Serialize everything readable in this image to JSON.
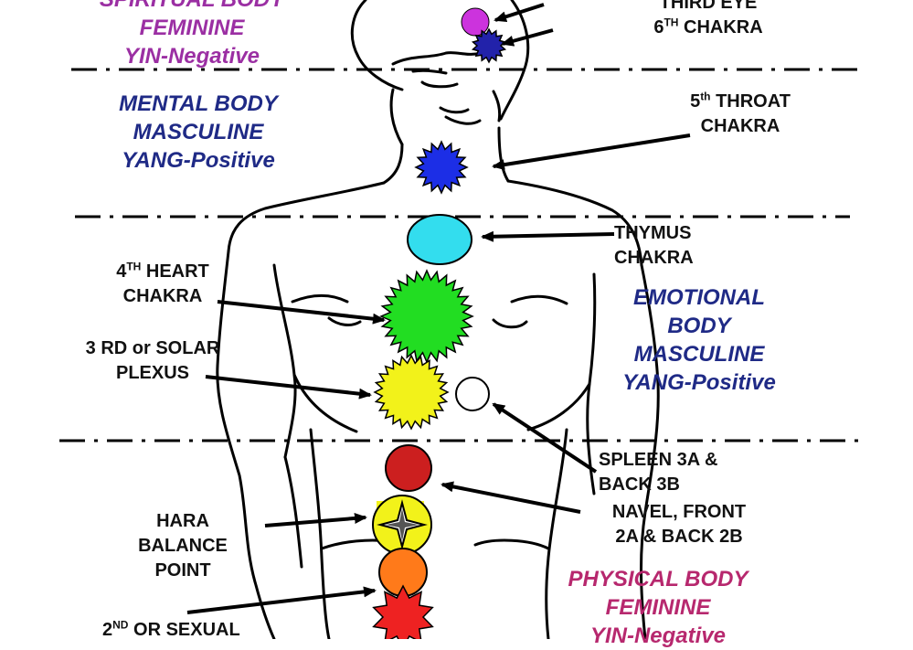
{
  "colors": {
    "feminine": "#9b2fa3",
    "masculine": "#1f2a86",
    "physical": "#b7286e",
    "crown_magenta": "#cc33dd",
    "third_eye": "#2222aa",
    "throat": "#1c2ee6",
    "thymus": "#33ddee",
    "heart": "#22dd22",
    "solar": "#f2f21a",
    "spleen": "#ffffff",
    "navel": "#cc1f1f",
    "hara": "#f2f21a",
    "sacral": "#ff7a1a",
    "base": "#ee2222"
  },
  "body_labels": {
    "spiritual": {
      "line1": "SPIRITUAL BODY",
      "line2": "FEMININE",
      "line3": "YIN-Negative"
    },
    "mental": {
      "line1": "MENTAL BODY",
      "line2": "MASCULINE",
      "line3": "YANG-Positive"
    },
    "emotional": {
      "line1": "EMOTIONAL",
      "line2": "BODY",
      "line3": "MASCULINE",
      "line4": "YANG-Positive"
    },
    "physical": {
      "line1": "PHYSICAL BODY",
      "line2": "FEMININE",
      "line3": "YIN-Negative"
    }
  },
  "chakra_labels": {
    "third_eye": {
      "line1": "THIRD EYE",
      "line2_num": "6",
      "line2_sup": "TH",
      "line2_rest": " CHAKRA"
    },
    "throat": {
      "line1_num": "5",
      "line1_sup": "th",
      "line1_rest": " THROAT",
      "line2": "CHAKRA"
    },
    "thymus": {
      "line1": "THYMUS",
      "line2": "CHAKRA"
    },
    "heart": {
      "line1_num": "4",
      "line1_sup": "TH",
      "line1_rest": " HEART",
      "line2": "CHAKRA"
    },
    "solar": {
      "line1": "3 RD or SOLAR",
      "line2": "PLEXUS"
    },
    "spleen": {
      "line1": "SPLEEN 3A  &",
      "line2": "BACK 3B"
    },
    "navel": {
      "line1": "NAVEL, FRONT",
      "line2": "2A  & BACK 2B"
    },
    "hara": {
      "line1": "HARA",
      "line2": "BALANCE",
      "line3": "POINT"
    },
    "sexual": {
      "line1_num": "2",
      "line1_sup": "ND",
      "line1_rest": " OR SEXUAL"
    }
  }
}
